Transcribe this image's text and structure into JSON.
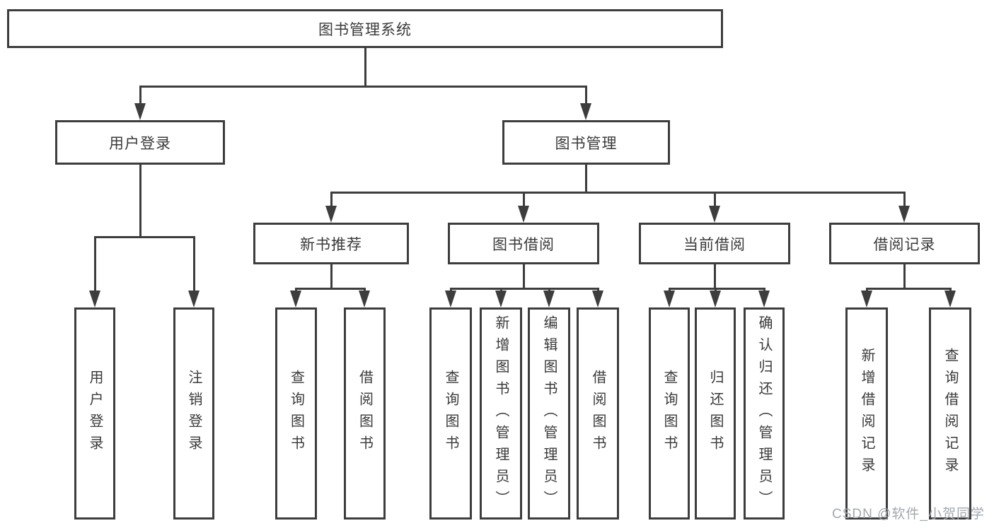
{
  "diagram": {
    "root": {
      "label": "图书管理系统"
    },
    "branches": [
      {
        "label": "用户登录",
        "children": [
          {
            "label": "用户登录"
          },
          {
            "label": "注销登录"
          }
        ]
      },
      {
        "label": "图书管理",
        "groups": [
          {
            "label": "新书推荐",
            "children": [
              {
                "label": "查询图书"
              },
              {
                "label": "借阅图书"
              }
            ]
          },
          {
            "label": "图书借阅",
            "children": [
              {
                "label": "查询图书"
              },
              {
                "label": "新增图书（管理员）"
              },
              {
                "label": "编辑图书（管理员）"
              },
              {
                "label": "借阅图书"
              }
            ]
          },
          {
            "label": "当前借阅",
            "children": [
              {
                "label": "查询图书"
              },
              {
                "label": "归还图书"
              },
              {
                "label": "确认归还（管理员）"
              }
            ]
          },
          {
            "label": "借阅记录",
            "children": [
              {
                "label": "新增借阅记录"
              },
              {
                "label": "查询借阅记录"
              }
            ]
          }
        ]
      }
    ]
  },
  "watermark": {
    "text": "CSDN @软件_小贺同学"
  },
  "colors": {
    "line": "#3d3d3d",
    "text": "#3a3a3a",
    "watermark": "#a3a8ad",
    "background": "#ffffff"
  }
}
